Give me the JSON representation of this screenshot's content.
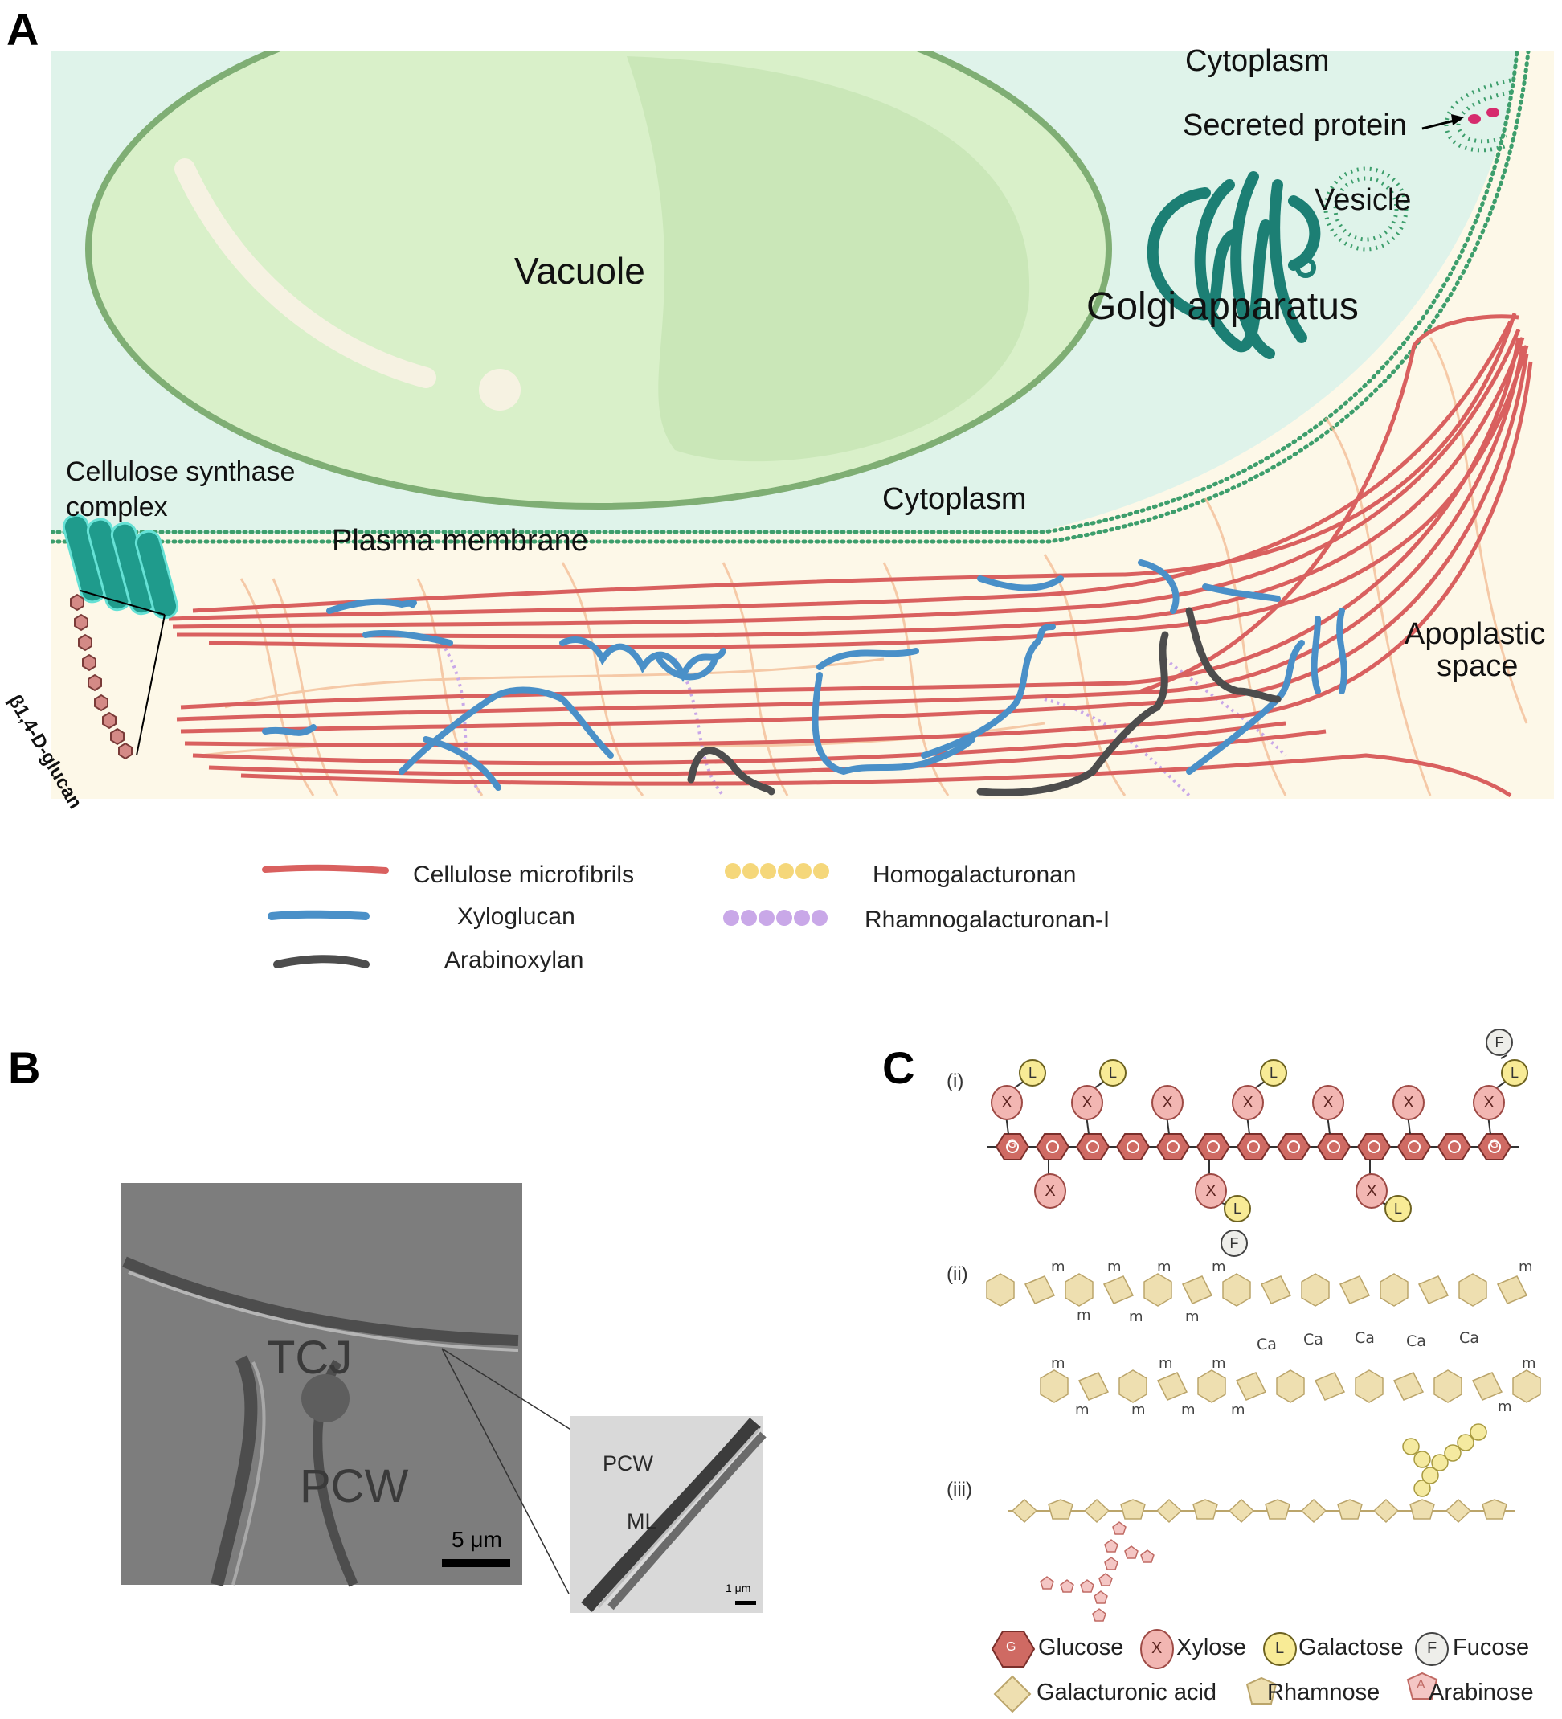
{
  "panels": {
    "a": "A",
    "b": "B",
    "c": "C"
  },
  "panel_a": {
    "cytoplasm_top": "Cytoplasm",
    "secreted_protein": "Secreted protein",
    "vesicle": "Vesicle",
    "vacuole": "Vacuole",
    "golgi": "Golgi apparatus",
    "cellulose_synthase_line1": "Cellulose synthase",
    "cellulose_synthase_line2": "complex",
    "cytoplasm_mid": "Cytoplasm",
    "plasma_membrane": "Plasma membrane",
    "apoplastic_line1": "Apoplastic",
    "apoplastic_line2": "space",
    "glucan_label": "β1,4-D-glucan"
  },
  "legend": {
    "cellulose": "Cellulose microfibrils",
    "xyloglucan": "Xyloglucan",
    "arabinoxylan": "Arabinoxylan",
    "homogalacturonan": "Homogalacturonan",
    "rhamnogalacturonan": "Rhamnogalacturonan-I",
    "colors": {
      "cellulose": "#d9605f",
      "xyloglucan": "#4a90c8",
      "arabinoxylan": "#4d4d4d",
      "homogalacturonan": "#f5d77a",
      "rhamnogalacturonan": "#c9a8e8"
    }
  },
  "panel_b": {
    "tcj": "TCJ",
    "pcw": "PCW",
    "scale_main": "5 μm",
    "inset_pcw": "PCW",
    "inset_ml": "ML",
    "scale_inset": "1 μm"
  },
  "panel_c": {
    "row_labels": [
      "(i)",
      "(ii)",
      "(iii)"
    ],
    "glucose_letter": "G",
    "xylose_letter": "X",
    "galactose_letter": "L",
    "fucose_letter": "F",
    "arabinose_letter": "A",
    "methyl_mark": "m",
    "calcium": "Ca",
    "sugars": {
      "glucose": "Glucose",
      "xylose": "Xylose",
      "galactose": "Galactose",
      "fucose": "Fucose",
      "galacturonic": "Galacturonic acid",
      "rhamnose": "Rhamnose",
      "arabinose": "Arabinose"
    }
  }
}
